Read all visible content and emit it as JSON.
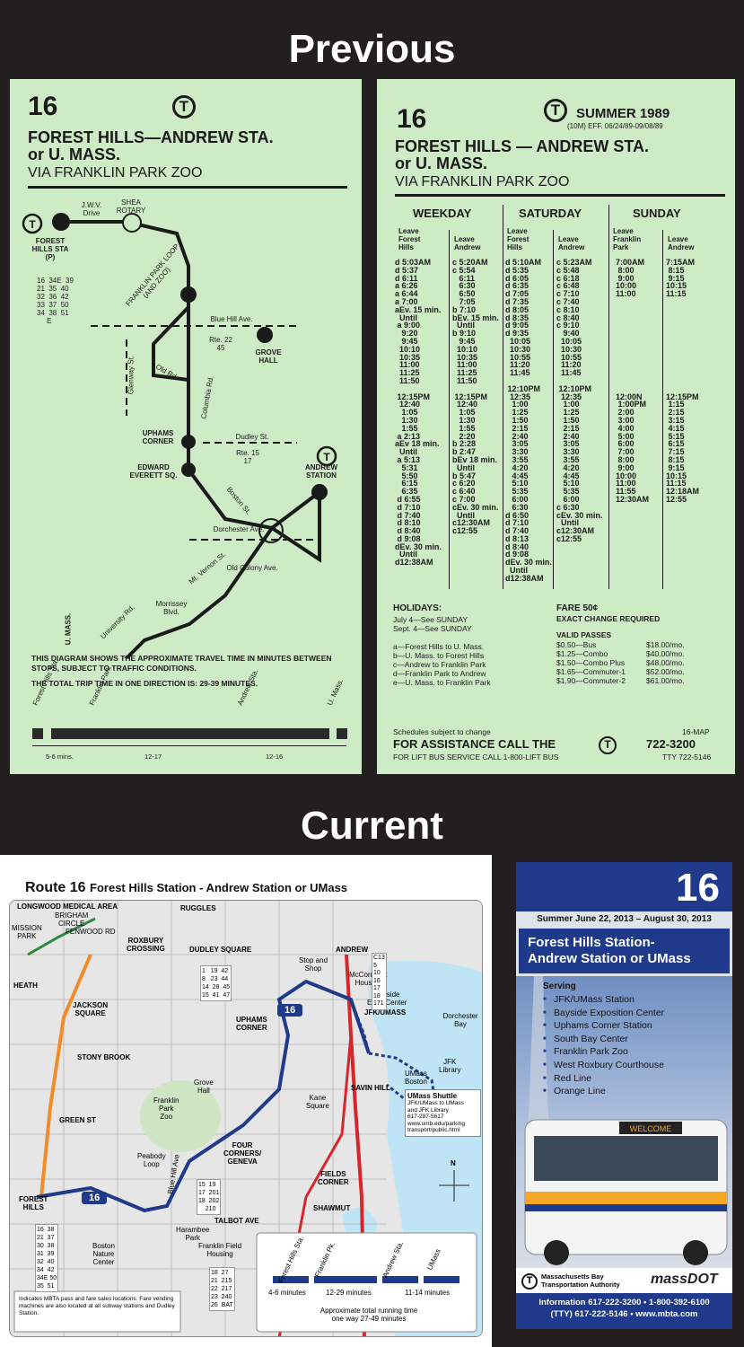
{
  "headings": {
    "previous": "Previous",
    "current": "Current"
  },
  "old_left": {
    "route": "16",
    "title_line1": "FOREST HILLS—ANDREW STA.",
    "title_line2": "or U. MASS.",
    "subtitle": "VIA FRANKLIN PARK ZOO",
    "map_labels": {
      "jwv": "J.W.V.\nDrive",
      "shea": "SHEA\nROTARY",
      "forest_hills": "FOREST\nHILLS STA\n(P)",
      "routes": "16  34E  39\n21  35  40\n32  36  42\n33  37  50\n34  38  51\n     E",
      "franklin_loop": "FRANKLIN PARK LOOP\n(AND ZOO)",
      "blue_hill": "Blue Hill Ave.",
      "rte22": "Rte. 22\n45",
      "grove_hall": "GROVE\nHALL",
      "glenway": "Glenway St.",
      "old_rd": "Old Rd.",
      "columbia": "Columbia Rd.",
      "uphams": "UPHAMS\nCORNER",
      "dudley": "Dudley St.",
      "rte15": "Rte. 15\n17",
      "edward": "EDWARD\nEVERETT SQ.",
      "andrew": "ANDREW\nSTATION",
      "boston_st": "Boston St.",
      "dorchester": "Dorchester Ave.",
      "mt_vernon": "Mt. Vernon St.",
      "old_colony": "Old Colony Ave.",
      "morrissey": "Morrissey\nBlvd.",
      "university": "University Rd.",
      "umass": "U. MASS."
    },
    "note": "THIS DIAGRAM SHOWS THE APPROXIMATE TRAVEL TIME IN MINUTES BETWEEN STOPS, SUBJECT TO TRAFFIC CONDITIONS.",
    "total_label": "THE TOTAL TRIP TIME IN ONE DIRECTION IS:",
    "total_value": "29-39 MINUTES.",
    "timeline": [
      "Forest Hills Sta.",
      "Franklin Park",
      "Andrew Sta.",
      "U. Mass."
    ],
    "timeline_times": [
      "5-6 mins.",
      "12-17",
      "12-16"
    ]
  },
  "old_right": {
    "route": "16",
    "season": "SUMMER 1989",
    "eff": "(10M) EFF. 06/24/89-09/08/89",
    "title_line1": "FOREST HILLS — ANDREW STA.",
    "title_line2": "or U. MASS.",
    "subtitle": "VIA FRANKLIN PARK ZOO",
    "days": [
      "WEEKDAY",
      "SATURDAY",
      "SUNDAY"
    ],
    "col_heads": [
      "Leave\nForest\nHills",
      "Leave\nAndrew",
      "Leave\nForest\nHills",
      "Leave\nAndrew",
      "Leave\nFranklin\nPark",
      "Leave\nAndrew"
    ],
    "cols": [
      "d 5:03AM\nd 5:37\nd 6:11\na 6:26\na 6:44\na 7:00\naEv. 15 min.\n  Until\n a 9:00\n   9:20\n   9:45\n  10:10\n  10:35\n  11:00\n  11:25\n  11:50\n\n 12:15PM\n  12:40\n   1:05\n   1:30\n   1:55\n a 2:13\naEv 18 min.\n  Until\n a 5:13\n   5:31\n   5:50\n   6:15\n   6:35\n d 6:55\n d 7:10\n d 7:40\n d 8:10\n d 8:40\n d 9:08\ndEv. 30 min.\n  Until\nd12:38AM",
      "c 5:20AM\nc 5:54\n   6:11\n   6:30\n   6:50\n   7:05\nb 7:10\nbEv. 15 min.\n  Until\nb 9:10\n   9:45\n  10:10\n  10:35\n  11:00\n  11:25\n  11:50\n\n 12:15PM\n  12:40\n   1:05\n   1:30\n   1:55\n   2:20\nb 2:28\nb 2:47\nbEv 18 min.\n  Until\nb 5:47\nc 6:20\nc 6:40\nc 7:00\ncEv. 30 min.\n  Until\nc12:30AM\nc12:55",
      "d 5:10AM\nd 5:35\nd 6:05\nd 6:35\nd 7:05\nd 7:35\nd 8:05\nd 8:35\nd 9:05\nd 9:35\n  10:05\n  10:30\n  10:55\n  11:20\n  11:45\n\n 12:10PM\n  12:35\n   1:00\n   1:25\n   1:50\n   2:15\n   2:40\n   3:05\n   3:30\n   3:55\n   4:20\n   4:45\n   5:10\n   5:35\n   6:00\n   6:30\nd 6:50\nd 7:10\nd 7:40\nd 8:13\nd 8:40\nd 9:08\ndEv. 30 min.\n  Until\nd12:38AM",
      "c 5:23AM\nc 5:48\nc 6:18\nc 6:48\nc 7:10\nc 7:40\nc 8:10\nc 8:40\nc 9:10\n   9:40\n  10:05\n  10:30\n  10:55\n  11:20\n  11:45\n\n 12:10PM\n  12:35\n   1:00\n   1:25\n   1:50\n   2:15\n   2:40\n   3:05\n   3:30\n   3:55\n   4:20\n   4:45\n   5:10\n   5:35\n   6:00\nc 6:30\ncEv. 30 min.\n  Until\nc12:30AM\nc12:55",
      "7:00AM\n 8:00\n 9:00\n10:00\n11:00\n\n\n\n\n\n\n\n\n\n\n\n\n12:00N\n 1:00PM\n 2:00\n 3:00\n 4:00\n 5:00\n 6:00\n 7:00\n 8:00\n 9:00\n10:00\n11:00\n11:55\n12:30AM",
      "7:15AM\n 8:15\n 9:15\n10:15\n11:15\n\n\n\n\n\n\n\n\n\n\n\n\n12:15PM\n 1:15\n 2:15\n 3:15\n 4:15\n 5:15\n 6:15\n 7:15\n 8:15\n 9:15\n10:15\n11:15\n12:18AM\n12:55"
    ],
    "holidays_title": "HOLIDAYS:",
    "holidays": [
      "July 4—See SUNDAY",
      "Sept. 4—See SUNDAY"
    ],
    "legend": [
      "a—Forest Hills to U. Mass.",
      "b—U. Mass. to Forest Hills",
      "c—Andrew to Franklin Park",
      "d—Franklin Park to Andrew",
      "e—U. Mass. to Franklin Park"
    ],
    "fare_title": "FARE 50¢",
    "fare_sub": "EXACT CHANGE REQUIRED",
    "passes_title": "VALID PASSES",
    "passes": [
      [
        "$0.50—Bus",
        "$18.00/mo."
      ],
      [
        "$1.25—Combo",
        "$40.00/mo."
      ],
      [
        "$1.50—Combo Plus",
        "$48.00/mo."
      ],
      [
        "$1.65—Commuter-1",
        "$52.00/mo."
      ],
      [
        "$1.90—Commuter-2",
        "$61.00/mo."
      ]
    ],
    "subject": "Schedules subject to change",
    "map_code": "16-MAP",
    "assist": "FOR ASSISTANCE CALL THE",
    "phone": "722-3200",
    "lift": "FOR LIFT BUS SERVICE CALL  1-800-LIFT BUS",
    "tty": "TTY 722-5146"
  },
  "new_map": {
    "title_route": "Route 16",
    "title_rest": "Forest Hills Station - Andrew Station or UMass",
    "labels": {
      "ruggles": "RUGGLES",
      "roxbury": "ROXBURY\nCROSSING",
      "dudley": "DUDLEY SQUARE",
      "jackson": "JACKSON\nSQUARE",
      "stony": "STONY BROOK",
      "green": "GREEN ST",
      "forest": "FOREST\nHILLS",
      "andrew": "ANDREW",
      "jfk": "JFK/UMASS",
      "savin": "SAVIN HILL",
      "fields": "FIELDS\nCORNER",
      "shawmut": "SHAWMUT",
      "talbot": "TALBOT AVE",
      "uphams": "UPHAMS\nCORNER",
      "four": "FOUR\nCORNERS/\nGENEVA",
      "franklin_loop": "Franklin\nPark\nZoo",
      "peabody": "Peabody\nLoop",
      "grove": "Grove\nHall",
      "kane": "Kane\nSquare",
      "umass_shuttle": "UMass Shuttle",
      "dorchester_bay": "Dorchester Bay",
      "heath": "HEATH",
      "mission": "MISSION\nPARK",
      "brigham": "BRIGHAM\nCIRCLE",
      "longwood": "LONGWOOD MEDICAL AREA",
      "fenwood": "FENWOOD RD",
      "boston_expo": "Bayside\nExpo Center",
      "mccormack": "McCormack\nHousing",
      "shop": "Stop and\nShop",
      "jfk_library": "JFK\nLibrary",
      "umass_boston": "UMass\nBoston",
      "franklin_field": "Franklin Field\nHousing",
      "boston_nature": "Boston\nNature\nCenter",
      "harambee": "Harambee\nPark",
      "blue_hill": "Blue Hill Ave"
    },
    "shuttle_text": "JFK/UMass to UMass\nand JFK Library\n617-287-5617\nwww.umb.edu/parking\ntransport/public.html",
    "route_badge": "16",
    "legend_text": "Indicates MBTA pass and fare sales locations. Fare vending machines are also located at all subway stations and Dudley Station.",
    "timeline": [
      "Forest Hills Sta.",
      "Franklin Pk.",
      "Andrew Sta.",
      "UMass"
    ],
    "timeline_times": [
      "4-6 minutes",
      "12-29 minutes",
      "11-14 minutes"
    ],
    "total": "Approximate total running time\none way 27-49 minutes",
    "route_box_fh": "16  38\n21  37\n30  38\n31  39\n32  40\n34  42\n34E 50\n35  51",
    "route_box_dudley": "1   19  42\n8   23  44\n14  28  45\n15  41  47",
    "route_box_andrew": "C13\n5\n10\n16\n17\n18\n171",
    "route_box_fields": "15  19\n17  201\n18  202\n    210",
    "route_box_talbot": "18  27\n21  215\n22  217\n23  240\n26  BAT",
    "north": "N"
  },
  "cover": {
    "route": "16",
    "dates": "Summer June 22, 2013 – August 30, 2013",
    "title": "Forest Hills Station-\nAndrew Station or UMass",
    "serving_title": "Serving",
    "serving": [
      "JFK/UMass Station",
      "Bayside Exposition Center",
      "Uphams Corner Station",
      "South Bay Center",
      "Franklin Park Zoo",
      "West Roxbury Courthouse",
      "Red Line",
      "Orange Line"
    ],
    "bus_sign": "WELCOME",
    "mbta": "Massachusetts Bay\nTransportation Authority",
    "massdot": "massDOT",
    "info": "Information 617-222-3200 • 1-800-392-6100\n(TTY) 617-222-5146 • www.mbta.com"
  }
}
